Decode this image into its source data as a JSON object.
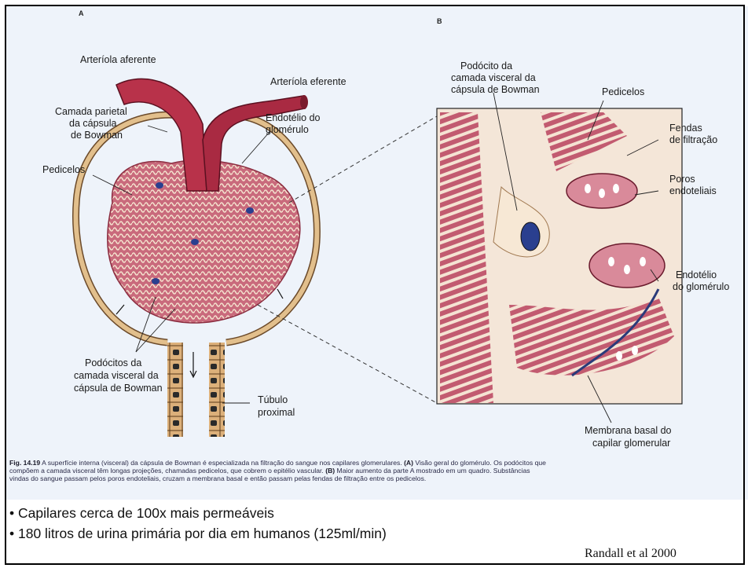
{
  "figure": {
    "panel_a": "A",
    "panel_b": "B",
    "labels_a": {
      "arteriola_aferente": "Arteríola aferente",
      "arteriola_eferente": "Arteríola eferente",
      "camada_parietal": [
        "Camada parietal",
        "da cápsula",
        "de Bowman"
      ],
      "endotelio": [
        "Endotélio do",
        "glomérulo"
      ],
      "pedicelos": "Pedicelos",
      "podocitos": [
        "Podócitos da",
        "camada visceral da",
        "cápsula de Bowman"
      ],
      "tubulo": [
        "Túbulo",
        "proximal"
      ]
    },
    "labels_b": {
      "podocito": [
        "Podócito da",
        "camada visceral da",
        "cápsula de Bowman"
      ],
      "pedicelos": "Pedicelos",
      "fendas": [
        "Fendas",
        "de filtração"
      ],
      "poros": [
        "Poros",
        "endoteliais"
      ],
      "endotelio": [
        "Endotélio",
        "do glomérulo"
      ],
      "membrana": [
        "Membrana basal do",
        "capilar glomerular"
      ]
    },
    "caption": {
      "fig_number": "Fig. 14.19",
      "line1": " A superfície interna (visceral) da cápsula de Bowman é especializada na filtração do sangue nos capilares glomerulares. ",
      "line1_bold": "(A)",
      "line1_end": " Visão geral do glomérulo. Os podócitos que",
      "line2": "compõem a camada visceral têm longas projeções, chamadas pedicelos, que cobrem o epitélio vascular. ",
      "line2_bold": "(B)",
      "line2_end": " Maior aumento da parte A mostrado em um quadro. Substâncias",
      "line3": "vindas do sangue passam pelos poros endoteliais, cruzam a membrana basal e então passam pelas fendas de filtração entre os pedicelos."
    }
  },
  "bullets": [
    "• Capilares cerca de 100x mais permeáveis",
    "• 180 litros de urina primária por dia em humanos (125ml/min)"
  ],
  "credit": "Randall et al 2000",
  "colors": {
    "vessel": "#b8324a",
    "capillary": "#c96a7c",
    "podocyte": "#f1d7c0",
    "nucleus": "#2a3f8f",
    "tubule": "#d9ad72"
  }
}
